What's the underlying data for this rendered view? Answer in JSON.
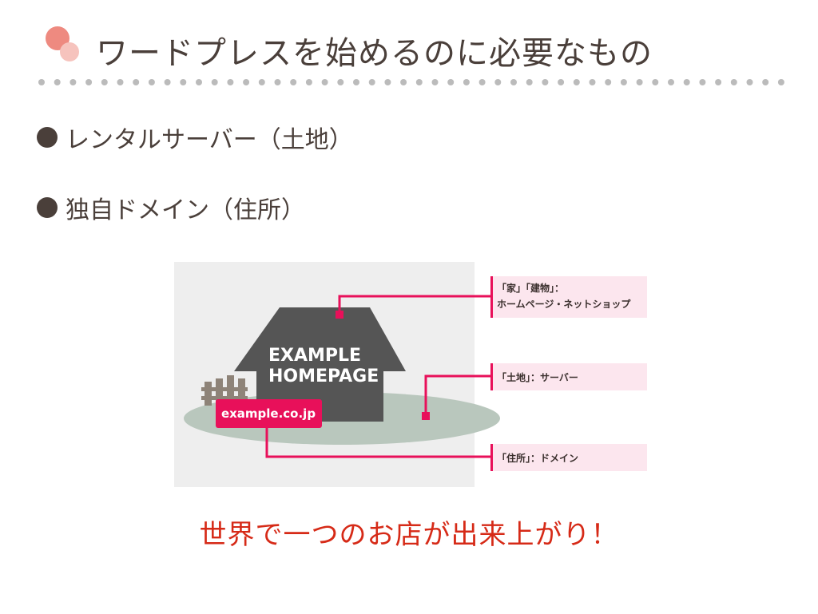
{
  "title": "ワードプレスを始めるのに必要なもの",
  "bullets": [
    "レンタルサーバー（土地）",
    "独自ドメイン（住所）"
  ],
  "diagram": {
    "house_line1": "EXAMPLE",
    "house_line2": "HOMEPAGE",
    "sign": "example.co.jp",
    "label_house_1": "「家」「建物」：",
    "label_house_2": "ホームページ・ネットショップ",
    "label_land": "「土地」：サーバー",
    "label_address": "「住所」：ドメイン"
  },
  "conclusion": "世界で一つのお店が出来上がり！",
  "colors": {
    "accent_pink": "#e8105a",
    "title_circle_1": "#ee8a80",
    "title_circle_2": "#f6c3bd",
    "house": "#555555",
    "ground": "#b9c7bd",
    "label_bg": "#fce6ee",
    "conclusion_red": "#d62a17",
    "dots": "#bbbbbb"
  }
}
